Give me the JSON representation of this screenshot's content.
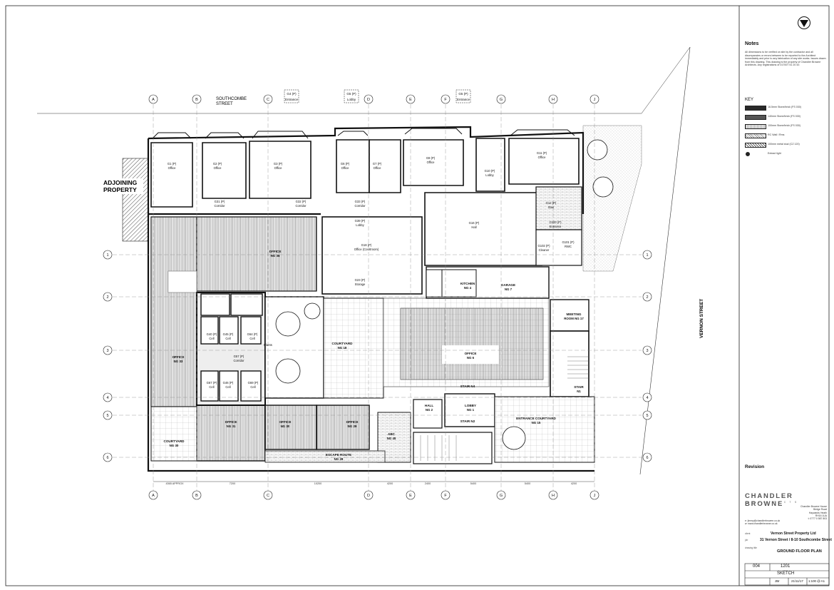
{
  "street_labels": {
    "southcombe": "SOUTHCOMBE\nSTREET",
    "vernon": "VERNON STREET",
    "adjoining": "ADJOINING\nPROPERTY"
  },
  "grid_letters": [
    "A",
    "B",
    "C",
    "D",
    "E",
    "F",
    "G",
    "H",
    "J"
  ],
  "grid_numbers": [
    "1",
    "2",
    "3",
    "4",
    "5",
    "6"
  ],
  "dimensions": [
    "4365 APPROX",
    "7200",
    "10200",
    "4200",
    "2400",
    "5400",
    "5400",
    "4200"
  ],
  "entrances": [
    {
      "code": "G4 (P)",
      "name": "Entrance"
    },
    {
      "code": "G5 (P)",
      "name": "Lobby"
    },
    {
      "code": "G5 (P)",
      "name": "Entrance"
    }
  ],
  "rooms": [
    {
      "code": "G1 (P)",
      "name": "Office"
    },
    {
      "code": "G2 (P)",
      "name": "Office"
    },
    {
      "code": "G3 (P)",
      "name": "Office"
    },
    {
      "code": "G31 (P)",
      "name": "Corridor"
    },
    {
      "code": "G32 (P)",
      "name": "Corridor"
    },
    {
      "code": "G6 (P)",
      "name": "Office"
    },
    {
      "code": "G7 (P)",
      "name": "Office"
    },
    {
      "code": "G33 (P)",
      "name": "Corridor"
    },
    {
      "code": "G8 (P)",
      "name": "Office"
    },
    {
      "code": "G10 (P)",
      "name": "Lobby"
    },
    {
      "code": "G11 (P)",
      "name": "Office"
    },
    {
      "code": "G12 (P)",
      "name": "Stair"
    },
    {
      "code": "G100 (P)",
      "name": "Entrance"
    },
    {
      "code": "G101 (P)",
      "name": "RWC"
    },
    {
      "code": "G102 (P)",
      "name": "Cleaner"
    },
    {
      "code": "G39 (P)",
      "name": "Lobby"
    },
    {
      "code": "G16 (P)",
      "name": "Hall"
    },
    {
      "code": "G18 (P)",
      "name": "Office (Courtroom)"
    },
    {
      "code": "G23 (P)",
      "name": "Storage"
    },
    {
      "code": "OFFICE",
      "name": "NG 36"
    },
    {
      "code": "G40 (P)",
      "name": "Cell"
    },
    {
      "code": "G45 (P)",
      "name": "Cell"
    },
    {
      "code": "G64 (P)",
      "name": "Cell"
    },
    {
      "code": "G57 (P)",
      "name": "Corridor"
    },
    {
      "code": "G67 (P)",
      "name": "Cell"
    },
    {
      "code": "G46 (P)",
      "name": "Cell"
    },
    {
      "code": "G69 (P)",
      "name": "Cell"
    },
    {
      "code": "OFFICE",
      "name": "NG 33"
    },
    {
      "code": "COURTYARD",
      "name": "NG 18"
    },
    {
      "code": "OFFICE",
      "name": "NG 6"
    },
    {
      "code": "KITCHEN",
      "name": "NG 4"
    },
    {
      "code": "GARAGE",
      "name": "NG 7"
    },
    {
      "code": "MEETING",
      "name": "ROOM NG 17"
    },
    {
      "code": "STAIR",
      "name": "N1"
    },
    {
      "code": "OFFICE",
      "name": "NG 31"
    },
    {
      "code": "OFFICE",
      "name": "NG 30"
    },
    {
      "code": "OFFICE",
      "name": "NG 29"
    },
    {
      "code": "HALL",
      "name": "NG 2"
    },
    {
      "code": "LOBBY",
      "name": "NG 1"
    },
    {
      "code": "ENTRANCE COURTYARD",
      "name": "NG 15"
    },
    {
      "code": "COURTYARD",
      "name": "NG 30"
    },
    {
      "code": "STAIR N2",
      "name": ""
    },
    {
      "code": "STAIR N4",
      "name": ""
    },
    {
      "code": "ESCAPE ROUTE",
      "name": "NG 28"
    },
    {
      "code": "ABC",
      "name": "NG 45"
    },
    {
      "code": "Plants",
      "name": ""
    }
  ],
  "notes": {
    "title": "Notes",
    "body": "All dimensions to be verified on site by the contractor and all discrepancies or errors between to be reported to the Architect immediately and prior to any fabrication of any site works. Issues drawn from this drawing. This drawing is the property of Chandler Browne Architects. Any registrations of 017007 51 20 43"
  },
  "key": {
    "title": "KEY",
    "items": [
      {
        "label": "16.5mm Stone/brick (FS 030)",
        "fill": "#2a2a2a"
      },
      {
        "label": "140mm Stone/brick (FS 030)",
        "fill": "#555555"
      },
      {
        "label": "100mm Stone/brick (FS 030)",
        "fill": "hatch"
      },
      {
        "label": "RC Wall / Rms",
        "fill": "cross"
      },
      {
        "label": "100mm metal stud (CZ 120)",
        "fill": "diag"
      },
      {
        "label": "Extract light",
        "fill": "dot"
      }
    ]
  },
  "revision_label": "Revision",
  "practice": {
    "name": "CHANDLER BROWNE",
    "sub": "ARCHITECTS",
    "address": "Chandler Browne House\nBridge Road\nHaywards Heath\nRH16 1UA\nt: 0777 0 587 803",
    "email": "e: jimmy@chandlerbrowne.co.uk\nw: www.chandlerbrowne.co.uk"
  },
  "titleblock": {
    "client_caption": "client",
    "client": "Vernon Street Property Ltd",
    "job_caption": "job",
    "job": "31 Vernon Street / 8-10 Southcombe Street",
    "drawing_caption": "drawing title",
    "drawing": "GROUND FLOOR PLAN",
    "job_no": "004",
    "drawing_no": "1201",
    "status": "SKETCH",
    "drawn": "JBr",
    "date": "21/11/17",
    "scale": "1:100 @ A1"
  }
}
